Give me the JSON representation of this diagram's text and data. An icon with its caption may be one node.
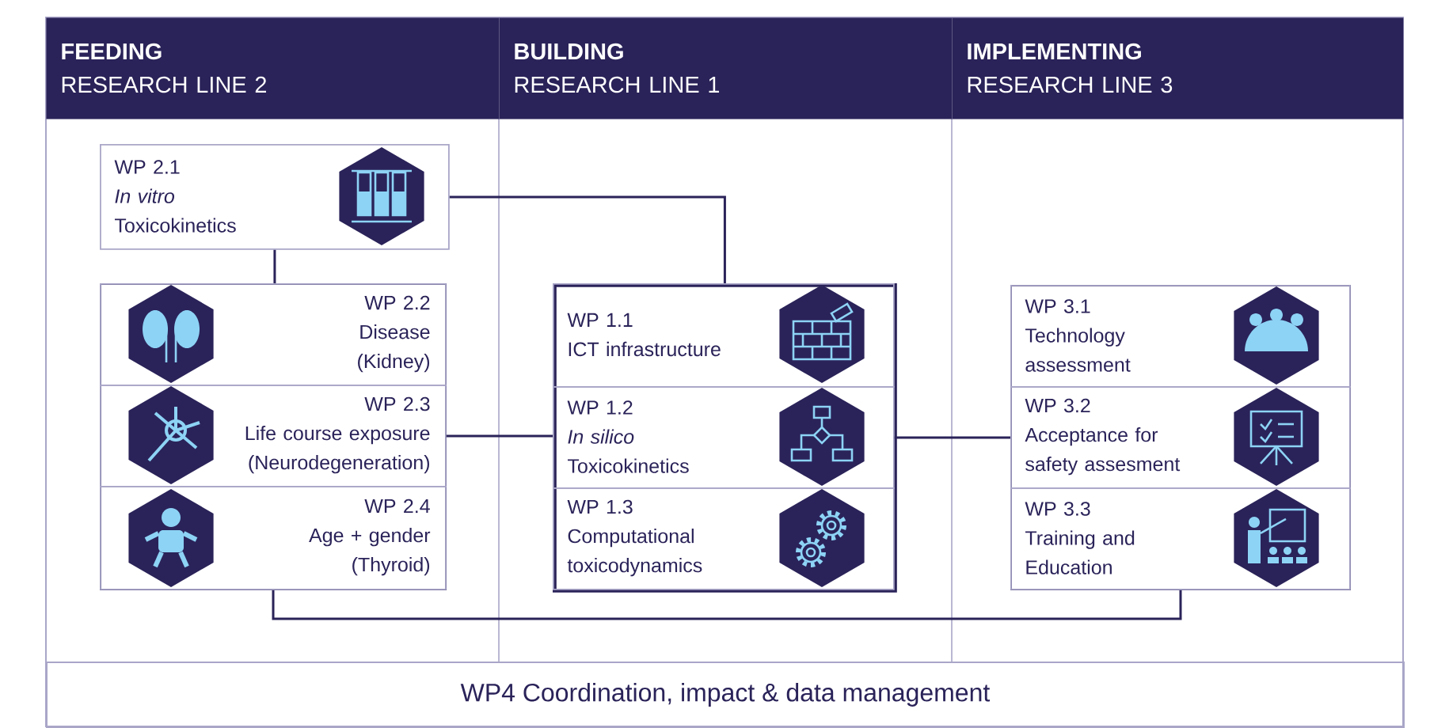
{
  "diagram": {
    "nodes": [
      {
        "text": [
          "FEEDING",
          "RESEARCH LINE 2"
        ]
      },
      {
        "text": [
          "BUILDING",
          "RESEARCH LINE 1"
        ]
      },
      {
        "text": [
          "IMPLEMENTING",
          "RESEARCH LINE 3"
        ]
      },
      {
        "text": [
          "WP 2.1",
          "*In vitro* Toxicokinetics"
        ]
      },
      {
        "text": [],
        "shape": "box"
      },
      {
        "text": [
          "WP 2.2",
          "Disease (Kidney)"
        ],
        "in": 4
      },
      {
        "text": [
          "WP 2.3",
          "Life course exposure (Neurodegeneration)"
        ],
        "in": 4
      },
      {
        "text": [
          "WP 2.4",
          "Age + gender (Thyroid)"
        ],
        "in": 4
      },
      {
        "text": [],
        "shape": "box"
      },
      {
        "text": [
          "WP 1.1",
          "ICT infrastructure"
        ],
        "in": 8
      },
      {
        "text": [
          "WP 1.2",
          "*In silico* Toxicokinetics"
        ],
        "in": 8
      },
      {
        "text": [
          "WP 1.3",
          "Computational toxicodynamics"
        ],
        "in": 8
      },
      {
        "text": [],
        "shape": "box"
      },
      {
        "text": [
          "WP 3.1",
          "Technology assessment"
        ],
        "in": 12
      },
      {
        "text": [
          "WP 3.2",
          "Acceptance for safety assesment"
        ],
        "in": 12
      },
      {
        "text": [
          "WP 3.3",
          "Training and Education"
        ],
        "in": 12
      },
      {
        "text": [
          "WP4 Coordination, impact & data management"
        ]
      }
    ],
    "edges": [
      {
        "from": 3,
        "to": 8,
        "arrow": "none"
      },
      {
        "from": 3,
        "to": 4,
        "arrow": "none"
      },
      {
        "from": 6,
        "to": 10,
        "arrow": "none"
      },
      {
        "from": 10,
        "to": 14,
        "arrow": "none"
      },
      {
        "from": 4,
        "to": 12,
        "arrow": "none"
      }
    ]
  }
}
